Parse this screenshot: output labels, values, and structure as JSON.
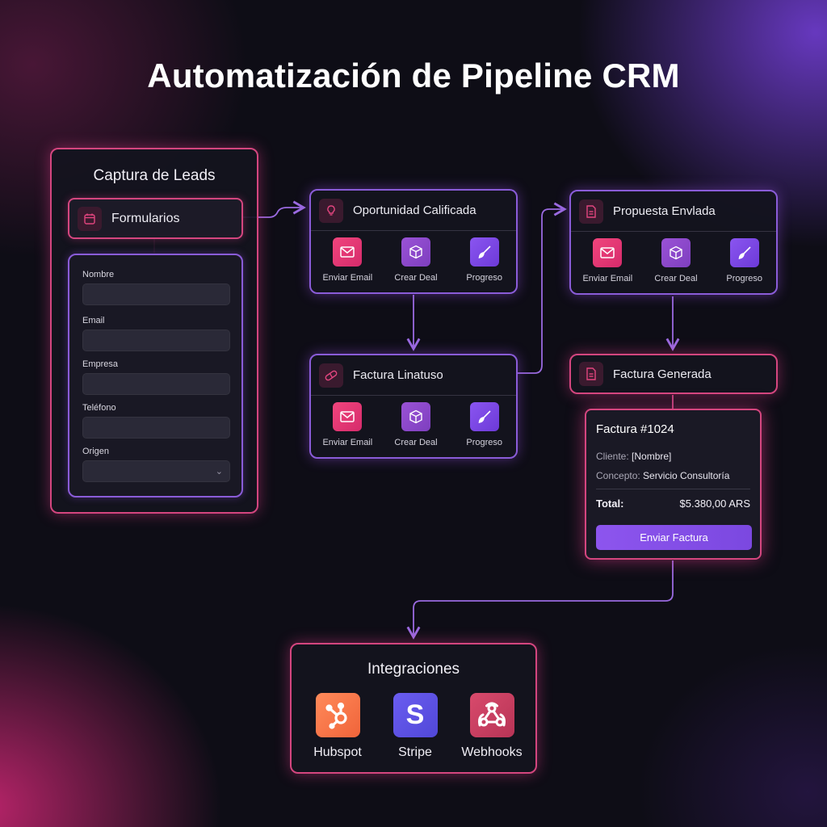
{
  "title": "Automatización de Pipeline CRM",
  "lead_capture": {
    "title": "Captura de Leads",
    "header": {
      "label": "Formularios",
      "icon": "calendar-form-icon"
    },
    "fields": [
      {
        "label": "Nombre",
        "value": ""
      },
      {
        "label": "Email",
        "value": ""
      },
      {
        "label": "Empresa",
        "value": ""
      },
      {
        "label": "Teléfono",
        "value": ""
      },
      {
        "label": "Origen",
        "value": "",
        "type": "select"
      }
    ]
  },
  "stages": {
    "oportunidad": {
      "title": "Oportunidad Calificada",
      "icon": "lightbulb-icon",
      "actions": [
        "Enviar Email",
        "Crear Deal",
        "Progreso"
      ]
    },
    "factura_estado": {
      "title": "Factura Linatuso",
      "icon": "pill-icon",
      "actions": [
        "Enviar Email",
        "Crear Deal",
        "Progreso"
      ]
    },
    "propuesta": {
      "title": "Propuesta Envlada",
      "icon": "document-icon",
      "actions": [
        "Enviar Email",
        "Crear Deal",
        "Progreso"
      ]
    },
    "factura_generada": {
      "title": "Factura Generada",
      "icon": "document-icon"
    }
  },
  "invoice": {
    "title": "Factura #1024",
    "cliente_label": "Cliente:",
    "cliente_value": "[Nombre]",
    "concepto_label": "Concepto:",
    "concepto_value": "Servicio Consultoría",
    "total_label": "Total:",
    "total_value": "$5.380,00 ARS",
    "button": "Enviar Factura"
  },
  "integrations": {
    "title": "Integraciones",
    "items": [
      {
        "name": "Hubspot",
        "icon": "hubspot-icon"
      },
      {
        "name": "Stripe",
        "icon": "stripe-icon",
        "glyph": "S"
      },
      {
        "name": "Webhooks",
        "icon": "webhooks-icon"
      }
    ]
  },
  "colors": {
    "pink": "#d4467f",
    "purple": "#8a5cd8",
    "background": "#0e0d16"
  }
}
